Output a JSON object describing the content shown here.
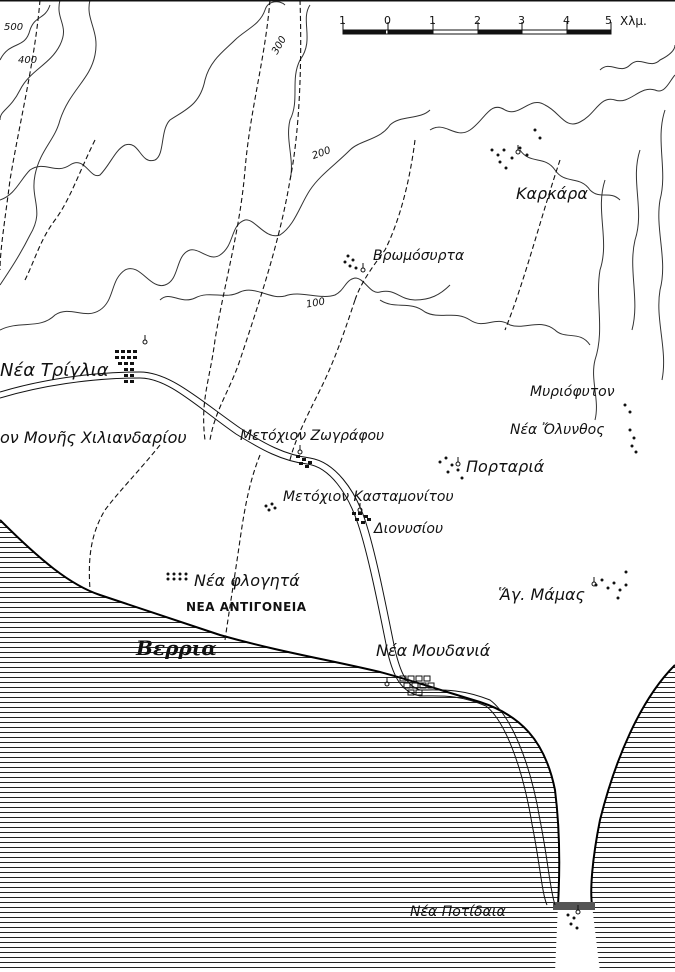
{
  "map": {
    "places": {
      "nea_triglia": "Νέα Τρίγλια",
      "metochion_chiliandariou": "ον Μονῆς Χιλιανδαρίου",
      "metochion_zografou": "Μετόχιον Ζωγράφου",
      "metochion_kastamonitou": "Μετόχιον Κασταμονίτου",
      "dionysiou": "Διονυσίου",
      "vromosyrta": "Βρωμόσυρτα",
      "karkara": "Καρκάρα",
      "myriofyton": "Μυριόφυτον",
      "nea_olynthos": "Νέα Ὄλυνθος",
      "portaria": "Πορταριά",
      "nea_flogita": "Νέα φλογητά",
      "nea_antigoneia": "ΝΕΑ ΑΝΤΙΓΟΝΕΙΑ",
      "verria": "Βερρια",
      "nea_moudania": "Νέα Μουδανιά",
      "ag_mamas": "Ἅγ. Μάμας",
      "nea_poteidaia": "Νέα Ποτίδαια"
    },
    "contours": {
      "c500": "500",
      "c400": "400",
      "c300": "300",
      "c200": "200",
      "c100": "100"
    },
    "scale": {
      "ticks": [
        "1",
        "0",
        "1",
        "2",
        "3",
        "4",
        "5"
      ],
      "unit": "Χλμ."
    }
  }
}
